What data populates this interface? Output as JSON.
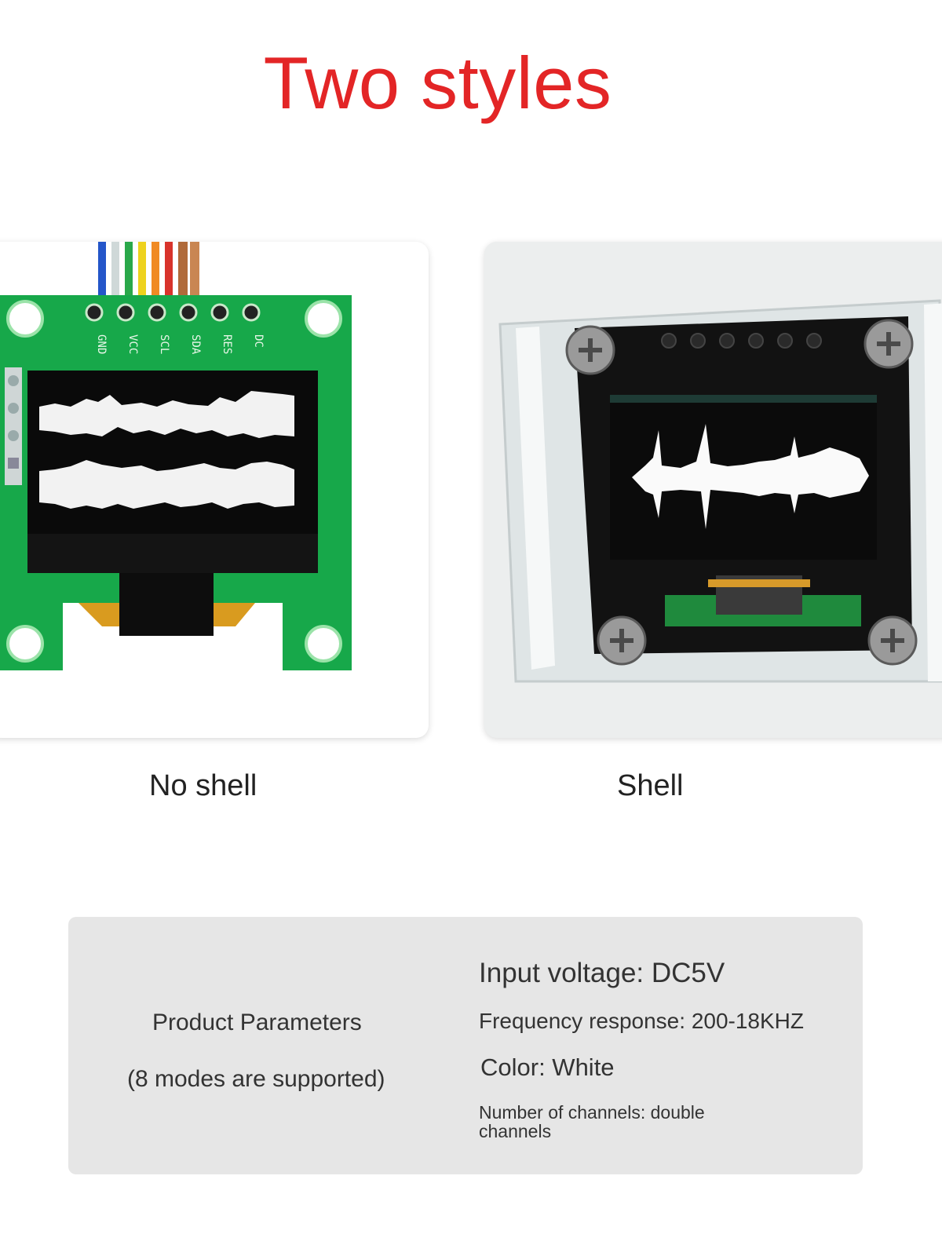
{
  "header": {
    "title": "Two styles"
  },
  "photos": {
    "left": {
      "caption": "No shell",
      "pins": [
        "GND",
        "VCC",
        "SCL",
        "SDA",
        "RES",
        "DC"
      ]
    },
    "right": {
      "caption": "Shell"
    }
  },
  "parameters": {
    "heading": "Product Parameters",
    "modes": "(8 modes are supported)",
    "specs": {
      "voltage": "Input voltage: DC5V",
      "frequency": "Frequency response: 200-18KHZ",
      "color": "Color: White",
      "channels": "Number of channels: double channels"
    }
  },
  "colors": {
    "title": "#e32526",
    "pcb": "#16a34a",
    "panel": "#e6e6e6"
  }
}
